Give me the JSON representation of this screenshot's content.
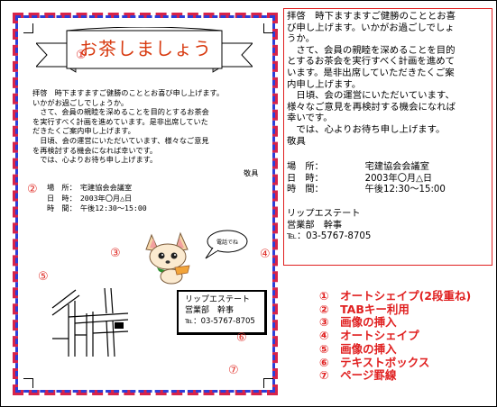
{
  "page": {
    "banner_title": "お茶しましょう",
    "letter": "拝啓　時下ますますご健勝のこととお喜び申し上げます。\nいかがお過ごしでしょうか。\n　さて、会員の親睦を深めることを目的とするお茶会\nを実行すべく計画を進めています。是非出席していた\nだきたくご案内申し上げます。\n　日頃、会の運営にいただいています、様々なご意見\nを再検討する機会になれば幸いです。\n　では、心よりお待ち申し上げます。",
    "closing": "敬具",
    "details": "場　所：　宅建協会会議室\n日　時：　2003年〇月△日\n時　間：　午後12:30～15:00",
    "textbox": {
      "line1": "リップエステート",
      "line2": "営業部　幹事",
      "tel": "℡：03-5767-8705"
    },
    "bubble_text": "電話でね",
    "markers": {
      "m1": "①",
      "m2": "②",
      "m3": "③",
      "m4": "④",
      "m5": "⑤",
      "m6": "⑥",
      "m7": "⑦"
    }
  },
  "panel": {
    "letter": "拝啓　時下ますますご健勝のこととお喜\nび申し上げます。いかがお過ごしでしょ\nうか。\n　さて、会員の親睦を深めることを目的\nとするお茶会を実行すべく計画を進めて\nいます。是非出席していただきたくご案\n内申し上げます。\n　日頃、会の運営にいただいています、\n様々なご意見を再検討する機会になれば\n幸いです。\n　では、心よりお待ち申し上げます。\n敬具",
    "details": "場　所：　　　　　宅建協会会議室\n日　時：　　　　　2003年〇月△日\n時　間：　　　　　午後12:30～15:00",
    "company": "リップエステート\n営業部　幹事\n℡：03-5767-8705"
  },
  "legend": [
    "①　オートシェイプ(2段重ね)",
    "②　TABキー利用",
    "③　画像の挿入",
    "④　オートシェイプ",
    "⑤　画像の挿入",
    "⑥　テキストボックス",
    "⑦　ページ罫線"
  ],
  "colors": {
    "accent_red": "#e02020",
    "border_red": "#d8234a",
    "border_blue": "#2c3ed8",
    "banner_text": "#d83a10"
  }
}
